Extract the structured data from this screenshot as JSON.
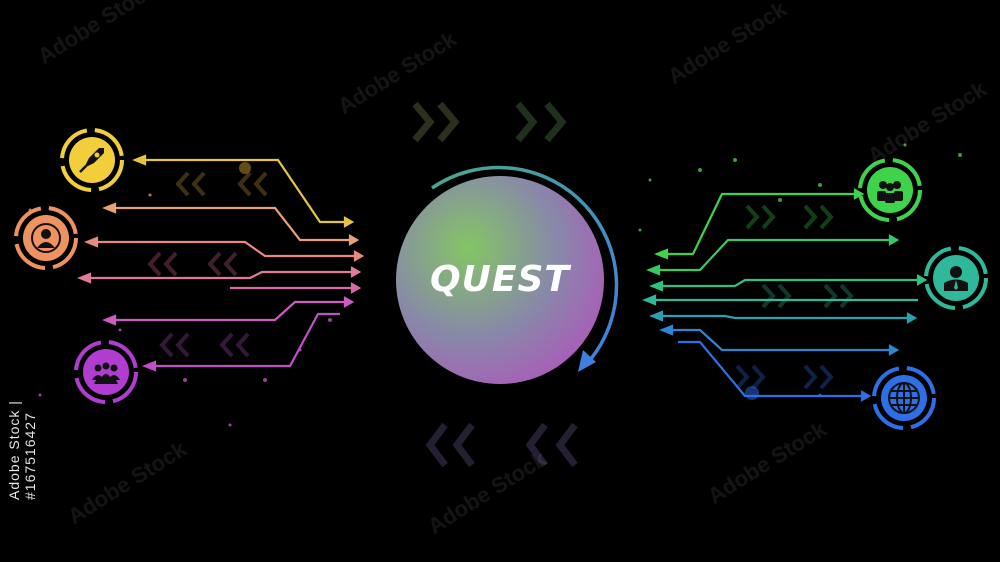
{
  "center": {
    "title": "QUEST"
  },
  "stock_id": "Adobe Stock | #167516427",
  "watermark": "Adobe Stock",
  "colors": {
    "background": "#000000",
    "rocket": "#f2cf3a",
    "user": "#ee9260",
    "group_left": "#b03cd0",
    "team_right": "#3ed34a",
    "businessman": "#2fb89a",
    "globe": "#2f6fe6"
  },
  "icons": {
    "left": [
      "rocket-icon",
      "user-icon",
      "group-icon"
    ],
    "right": [
      "team-icon",
      "businessman-icon",
      "globe-icon"
    ]
  }
}
